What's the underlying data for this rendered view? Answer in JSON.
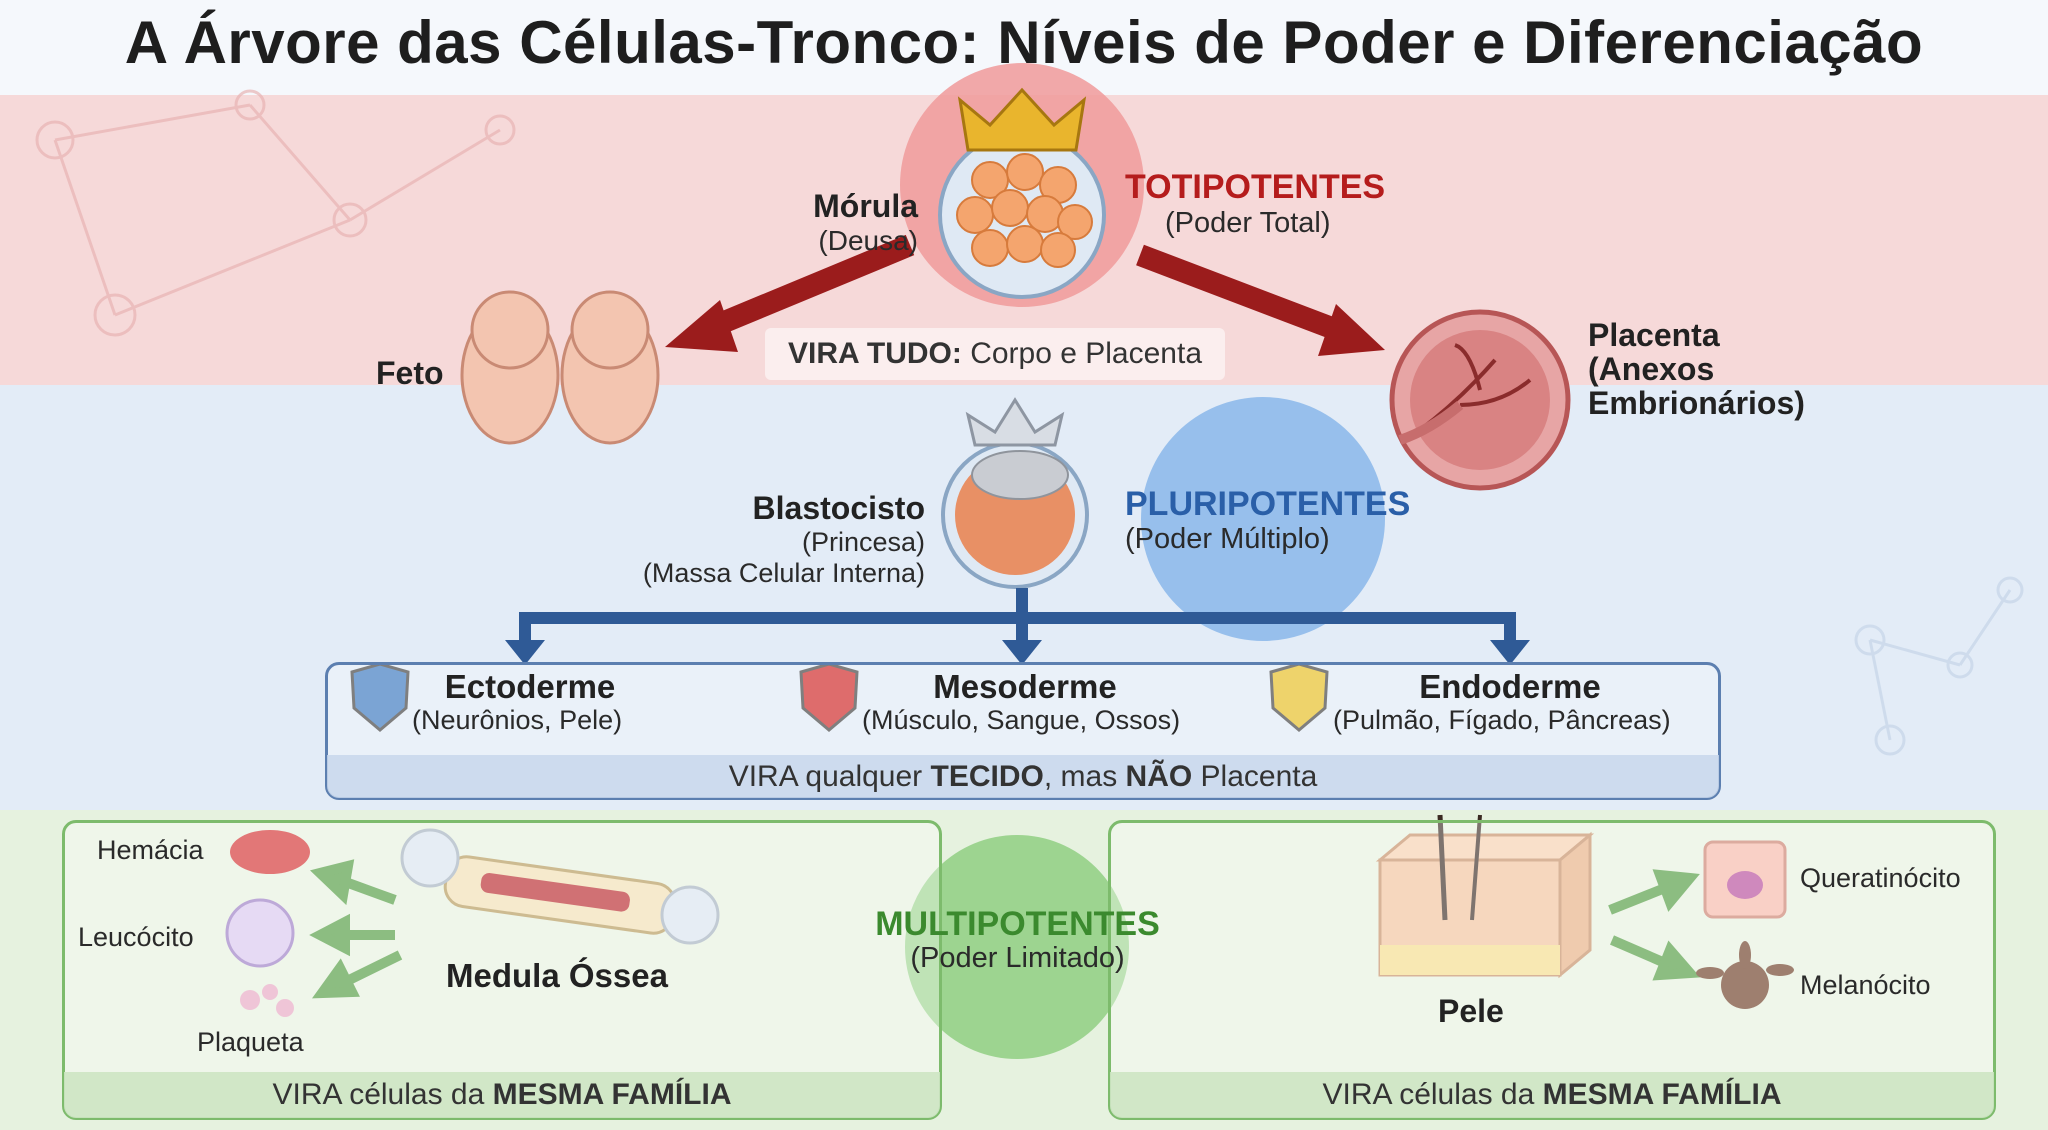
{
  "title": "A Árvore das Células-Tronco: Níveis de Poder e Diferenciação",
  "totipotentes": {
    "heading": "TOTIPOTENTES",
    "sub": "(Poder Total)",
    "color": "#b51c1c"
  },
  "morula": {
    "name": "Mórula",
    "nickname": "(Deusa)"
  },
  "vira_tudo": {
    "bold": "VIRA TUDO:",
    "rest": " Corpo e Placenta"
  },
  "feto": "Feto",
  "placenta": {
    "name": "Placenta",
    "line2": "(Anexos",
    "line3": "Embrionários)"
  },
  "blastocisto": {
    "name": "Blastocisto",
    "nickname": "(Princesa)",
    "detail": "(Massa Celular Interna)"
  },
  "pluripotentes": {
    "heading": "PLURIPOTENTES",
    "sub": "(Poder Múltiplo)",
    "color": "#2a5fa8"
  },
  "germ_layers": [
    {
      "name": "Ectoderme",
      "examples": "(Neurônios, Pele)",
      "shield_color": "#4f86c6"
    },
    {
      "name": "Mesoderme",
      "examples": "(Músculo, Sangue, Ossos)",
      "shield_color": "#d33b3b"
    },
    {
      "name": "Endoderme",
      "examples": "(Pulmão, Fígado, Pâncreas)",
      "shield_color": "#e8c43a"
    }
  ],
  "germ_footer": {
    "a": "VIRA qualquer ",
    "b": "TECIDO",
    "c": ", mas ",
    "d": "NÃO",
    "e": " Placenta"
  },
  "multipotentes": {
    "heading": "MULTIPOTENTES",
    "sub": "(Poder Limitado)",
    "color": "#3b8a2e"
  },
  "medula": {
    "name": "Medula Óssea",
    "cells": [
      "Hemácia",
      "Leucócito",
      "Plaqueta"
    ]
  },
  "pele": {
    "name": "Pele",
    "cells": [
      "Queratinócito",
      "Melanócito"
    ]
  },
  "family_footer": {
    "a": "VIRA células da ",
    "b": "MESMA FAMÍLIA"
  }
}
